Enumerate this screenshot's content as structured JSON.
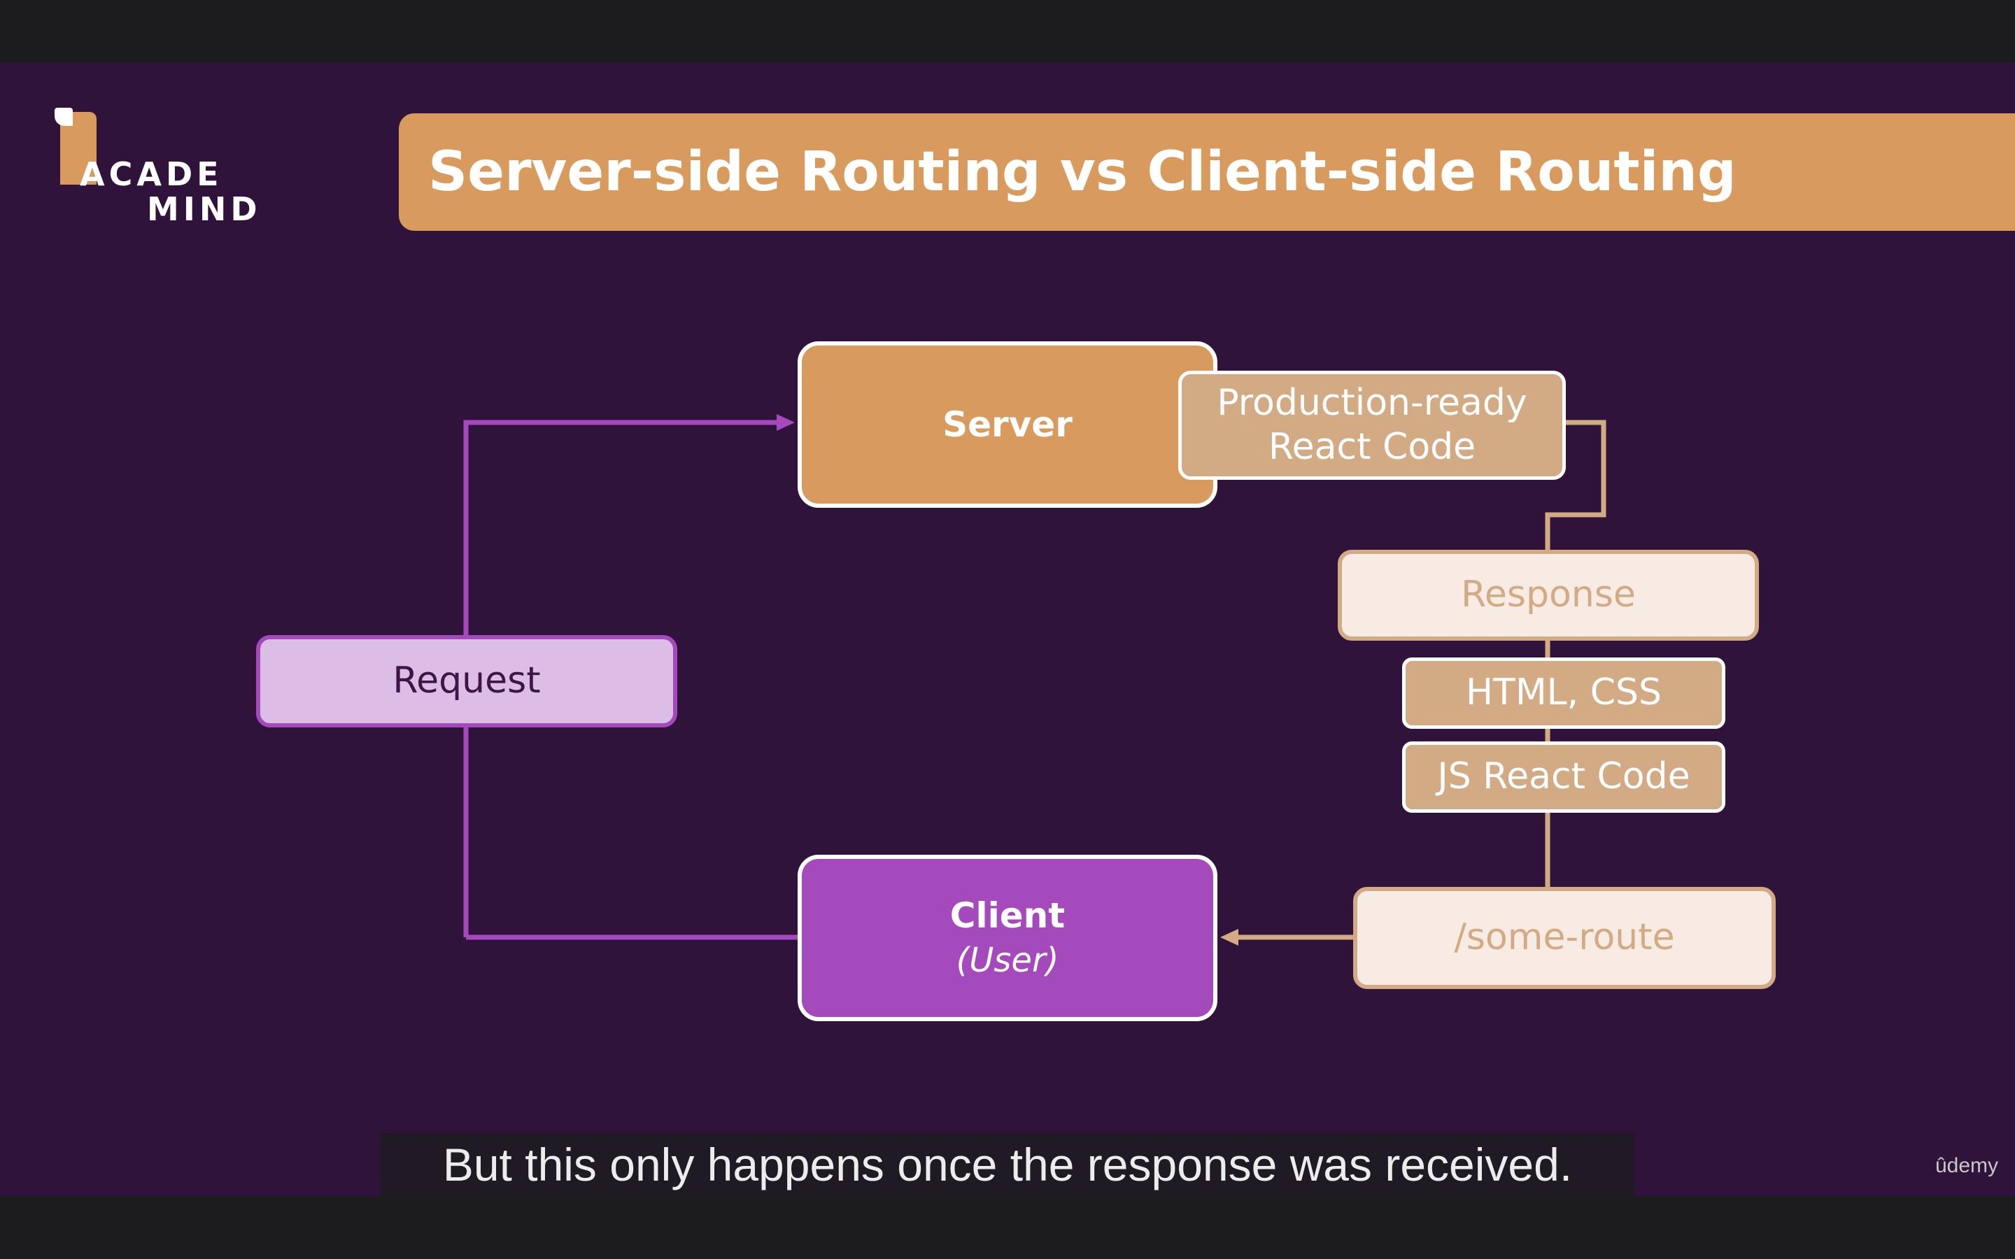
{
  "logo": {
    "line1": "ACADE",
    "line2": "MIND"
  },
  "title": "Server-side Routing vs Client-side Routing",
  "diagram": {
    "server": "Server",
    "production_code": {
      "line1": "Production-ready",
      "line2": "React Code"
    },
    "request": "Request",
    "response": "Response",
    "html_css": "HTML, CSS",
    "js_code": "JS React Code",
    "client": {
      "title": "Client",
      "subtitle": "(User)"
    },
    "route": "/some-route"
  },
  "subtitle": "But this only happens once the response was received.",
  "watermark": "ûdemy",
  "colors": {
    "background": "#30133a",
    "accent_orange": "#d99b5d",
    "accent_purple": "#a54abc",
    "tan": "#d2ab85",
    "cream": "#f8ebe3"
  }
}
